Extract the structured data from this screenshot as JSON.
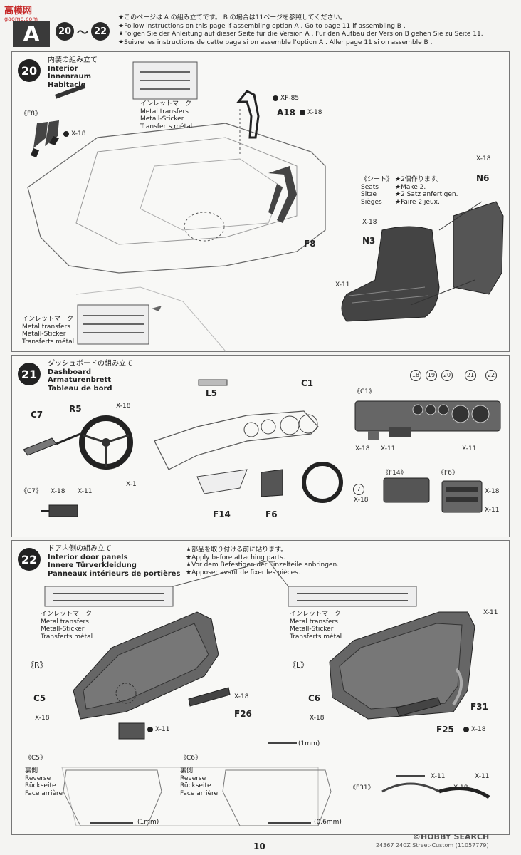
{
  "header": {
    "site_logo": "高模网",
    "site_sub": "gaomo.com",
    "option_badge": "A",
    "steps_from": "20",
    "steps_to": "22",
    "tilde": "～",
    "notes": [
      "★このページは A の組み立てです。 B の場合は11ページを参照してください。",
      "★Follow instructions on this page if assembling option A . Go to page 11 if assembling B .",
      "★Folgen Sie der Anleitung auf dieser Seite für die Version A . Für den Aufbau der Version B gehen Sie zu Seite 11.",
      "★Suivre les instructions de cette page si on assemble l'option A . Aller page 11 si on assemble B ."
    ]
  },
  "step20": {
    "number": "20",
    "title_jp": "内装の組み立て",
    "title_en": "Interior",
    "title_de": "Innenraum",
    "title_fr": "Habitacle",
    "f8_label": "《F8》",
    "paint_x18": "X-18",
    "paint_xf85": "XF-85",
    "part_a18": "A18",
    "part_f8": "F8",
    "part_n6": "N6",
    "part_n3": "N3",
    "transfer_jp": "インレットマーク",
    "transfer_en": "Metal transfers",
    "transfer_de": "Metall-Sticker",
    "transfer_fr": "Transferts métal",
    "seat_jp": "《シート》",
    "seat_en": "Seats",
    "seat_de": "Sitze",
    "seat_fr": "Sièges",
    "make_jp": "★2個作ります。",
    "make_en": "★Make 2.",
    "make_de": "★2 Satz anfertigen.",
    "make_fr": "★Faire 2 jeux.",
    "paint_x11": "X-11"
  },
  "step21": {
    "number": "21",
    "title_jp": "ダッシュボードの組み立て",
    "title_en": "Dashboard",
    "title_de": "Armaturenbrett",
    "title_fr": "Tableau de bord",
    "part_l5": "L5",
    "part_c1": "C1",
    "part_c7": "C7",
    "part_r5": "R5",
    "part_f14": "F14",
    "part_f6": "F6",
    "c7_label": "《C7》",
    "c1_label": "《C1》",
    "f14_label": "《F14》",
    "f6_label": "《F6》",
    "paint_x18": "X-18",
    "paint_x11": "X-11",
    "paint_x1": "X-1",
    "decal_7": "7",
    "decals": [
      "18",
      "19",
      "20",
      "21",
      "22"
    ]
  },
  "step22": {
    "number": "22",
    "title_jp": "ドア内側の組み立て",
    "title_en": "Interior door panels",
    "title_de": "Innere Türverkleidung",
    "title_fr": "Panneaux intérieurs de portières",
    "attach_jp": "★部品を取り付ける前に貼ります。",
    "attach_en": "★Apply before attaching parts.",
    "attach_de": "★Vor dem Befestigen der Einzelteile anbringen.",
    "attach_fr": "★Apposer avant de fixer les pièces.",
    "transfer_jp": "インレットマーク",
    "transfer_en": "Metal transfers",
    "transfer_de": "Metall-Sticker",
    "transfer_fr": "Transferts métal",
    "side_r": "《R》",
    "side_l": "《L》",
    "part_c5": "C5",
    "part_c6": "C6",
    "part_f26": "F26",
    "part_f25": "F25",
    "part_f31": "F31",
    "paint_x18": "X-18",
    "paint_x11": "X-11",
    "c5_label": "《C5》",
    "c6_label": "《C6》",
    "f31_label": "《F31》",
    "reverse_jp": "裏側",
    "reverse_en": "Reverse",
    "reverse_de": "Rückseite",
    "reverse_fr": "Face arrière",
    "drill_1mm": "(1mm)",
    "drill_06mm": "(0.6mm)"
  },
  "footer": {
    "page": "10",
    "product": "24367 240Z Street-Custom (11057779)",
    "watermark": "©HOBBY SEARCH"
  }
}
